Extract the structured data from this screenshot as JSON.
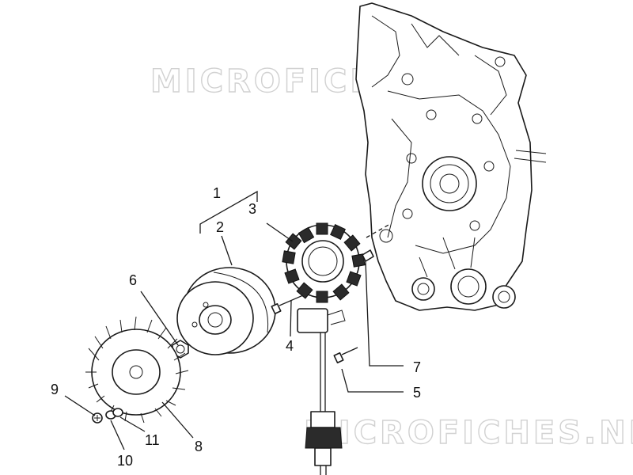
{
  "diagram": {
    "callouts": [
      {
        "id": "1",
        "label": "1"
      },
      {
        "id": "2",
        "label": "2"
      },
      {
        "id": "3",
        "label": "3"
      },
      {
        "id": "4",
        "label": "4"
      },
      {
        "id": "5",
        "label": "5"
      },
      {
        "id": "6",
        "label": "6"
      },
      {
        "id": "7",
        "label": "7"
      },
      {
        "id": "8",
        "label": "8"
      },
      {
        "id": "9",
        "label": "9"
      },
      {
        "id": "10",
        "label": "10"
      },
      {
        "id": "11",
        "label": "11"
      }
    ],
    "watermarks": [
      "MICROFICHES.NET",
      "MICROFICHES.NET"
    ]
  }
}
